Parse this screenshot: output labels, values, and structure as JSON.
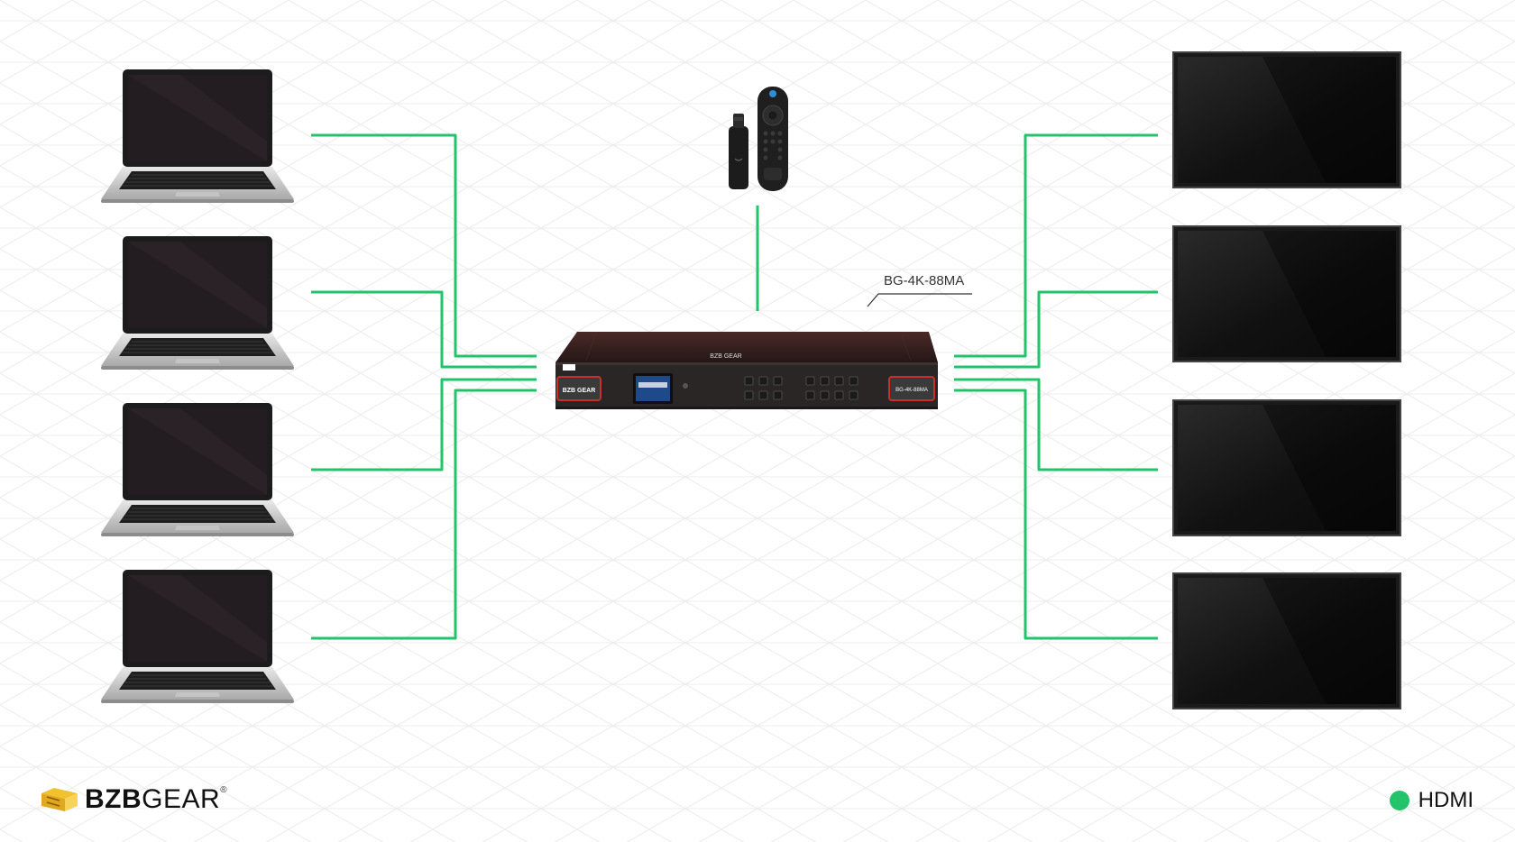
{
  "colors": {
    "hdmi_line": "#22c36b",
    "brand_accent": "#f2c12e",
    "device_red": "#c8312a"
  },
  "model_label": "BG-4K-88MA",
  "switcher": {
    "brand_text": "BZB GEAR",
    "front_badge_left": "BZB GEAR",
    "front_badge_right": "BG-4K-88MA"
  },
  "sources": [
    {
      "icon": "laptop-icon"
    },
    {
      "icon": "laptop-icon"
    },
    {
      "icon": "laptop-icon"
    },
    {
      "icon": "laptop-icon"
    },
    {
      "icon": "streaming-stick-icon"
    }
  ],
  "displays": [
    {
      "icon": "display-icon"
    },
    {
      "icon": "display-icon"
    },
    {
      "icon": "display-icon"
    },
    {
      "icon": "display-icon"
    }
  ],
  "brand": {
    "name_bold": "BZB",
    "name_light": "GEAR",
    "registered": "®"
  },
  "legend": {
    "items": [
      {
        "label": "HDMI",
        "color": "#22c36b"
      }
    ]
  }
}
